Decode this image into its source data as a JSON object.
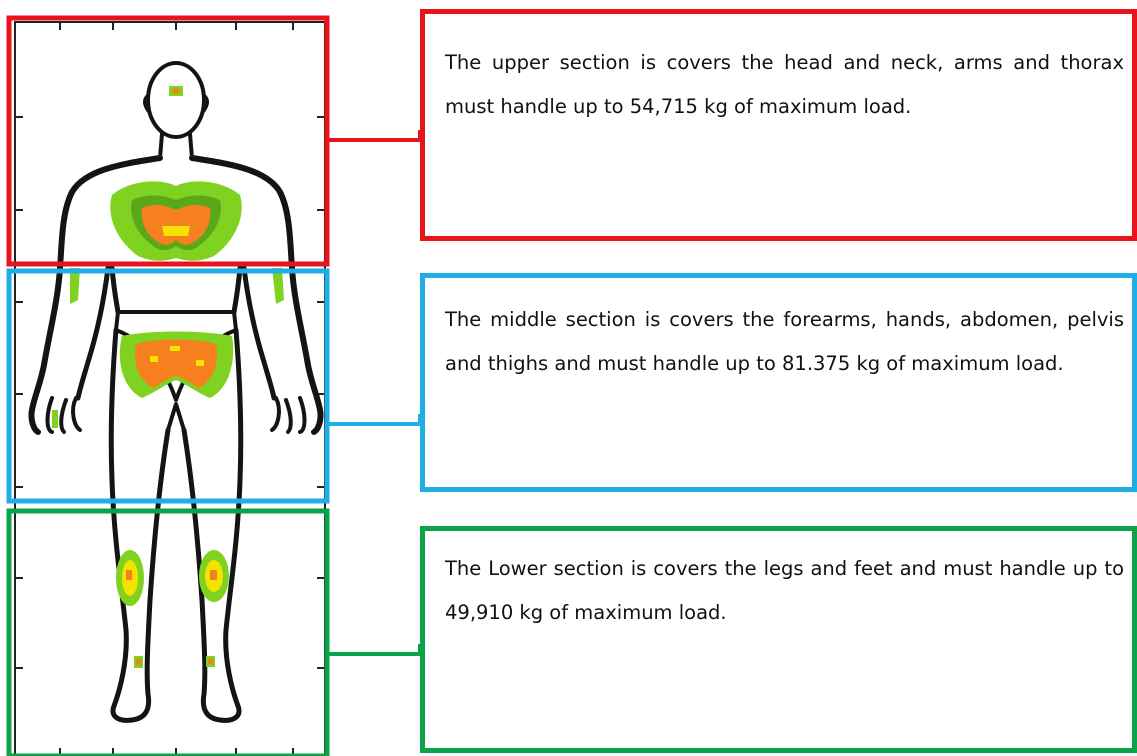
{
  "sections": {
    "upper": {
      "text": "The upper section is covers the head and neck, arms and thorax must handle up to 54,715 kg of maximum load.",
      "color": "#e8141c"
    },
    "middle": {
      "text": "The middle section is covers the forearms, hands, abdomen, pelvis and thighs and must handle up to 81.375 kg of maximum load.",
      "color": "#1faee6"
    },
    "lower": {
      "text": "The Lower section is covers the legs and feet and must handle up to 49,910 kg of maximum load.",
      "color": "#0aa34a"
    }
  },
  "heatmap_colors": {
    "low": "#7fd21f",
    "mid": "#f2e300",
    "high": "#f7801e"
  }
}
